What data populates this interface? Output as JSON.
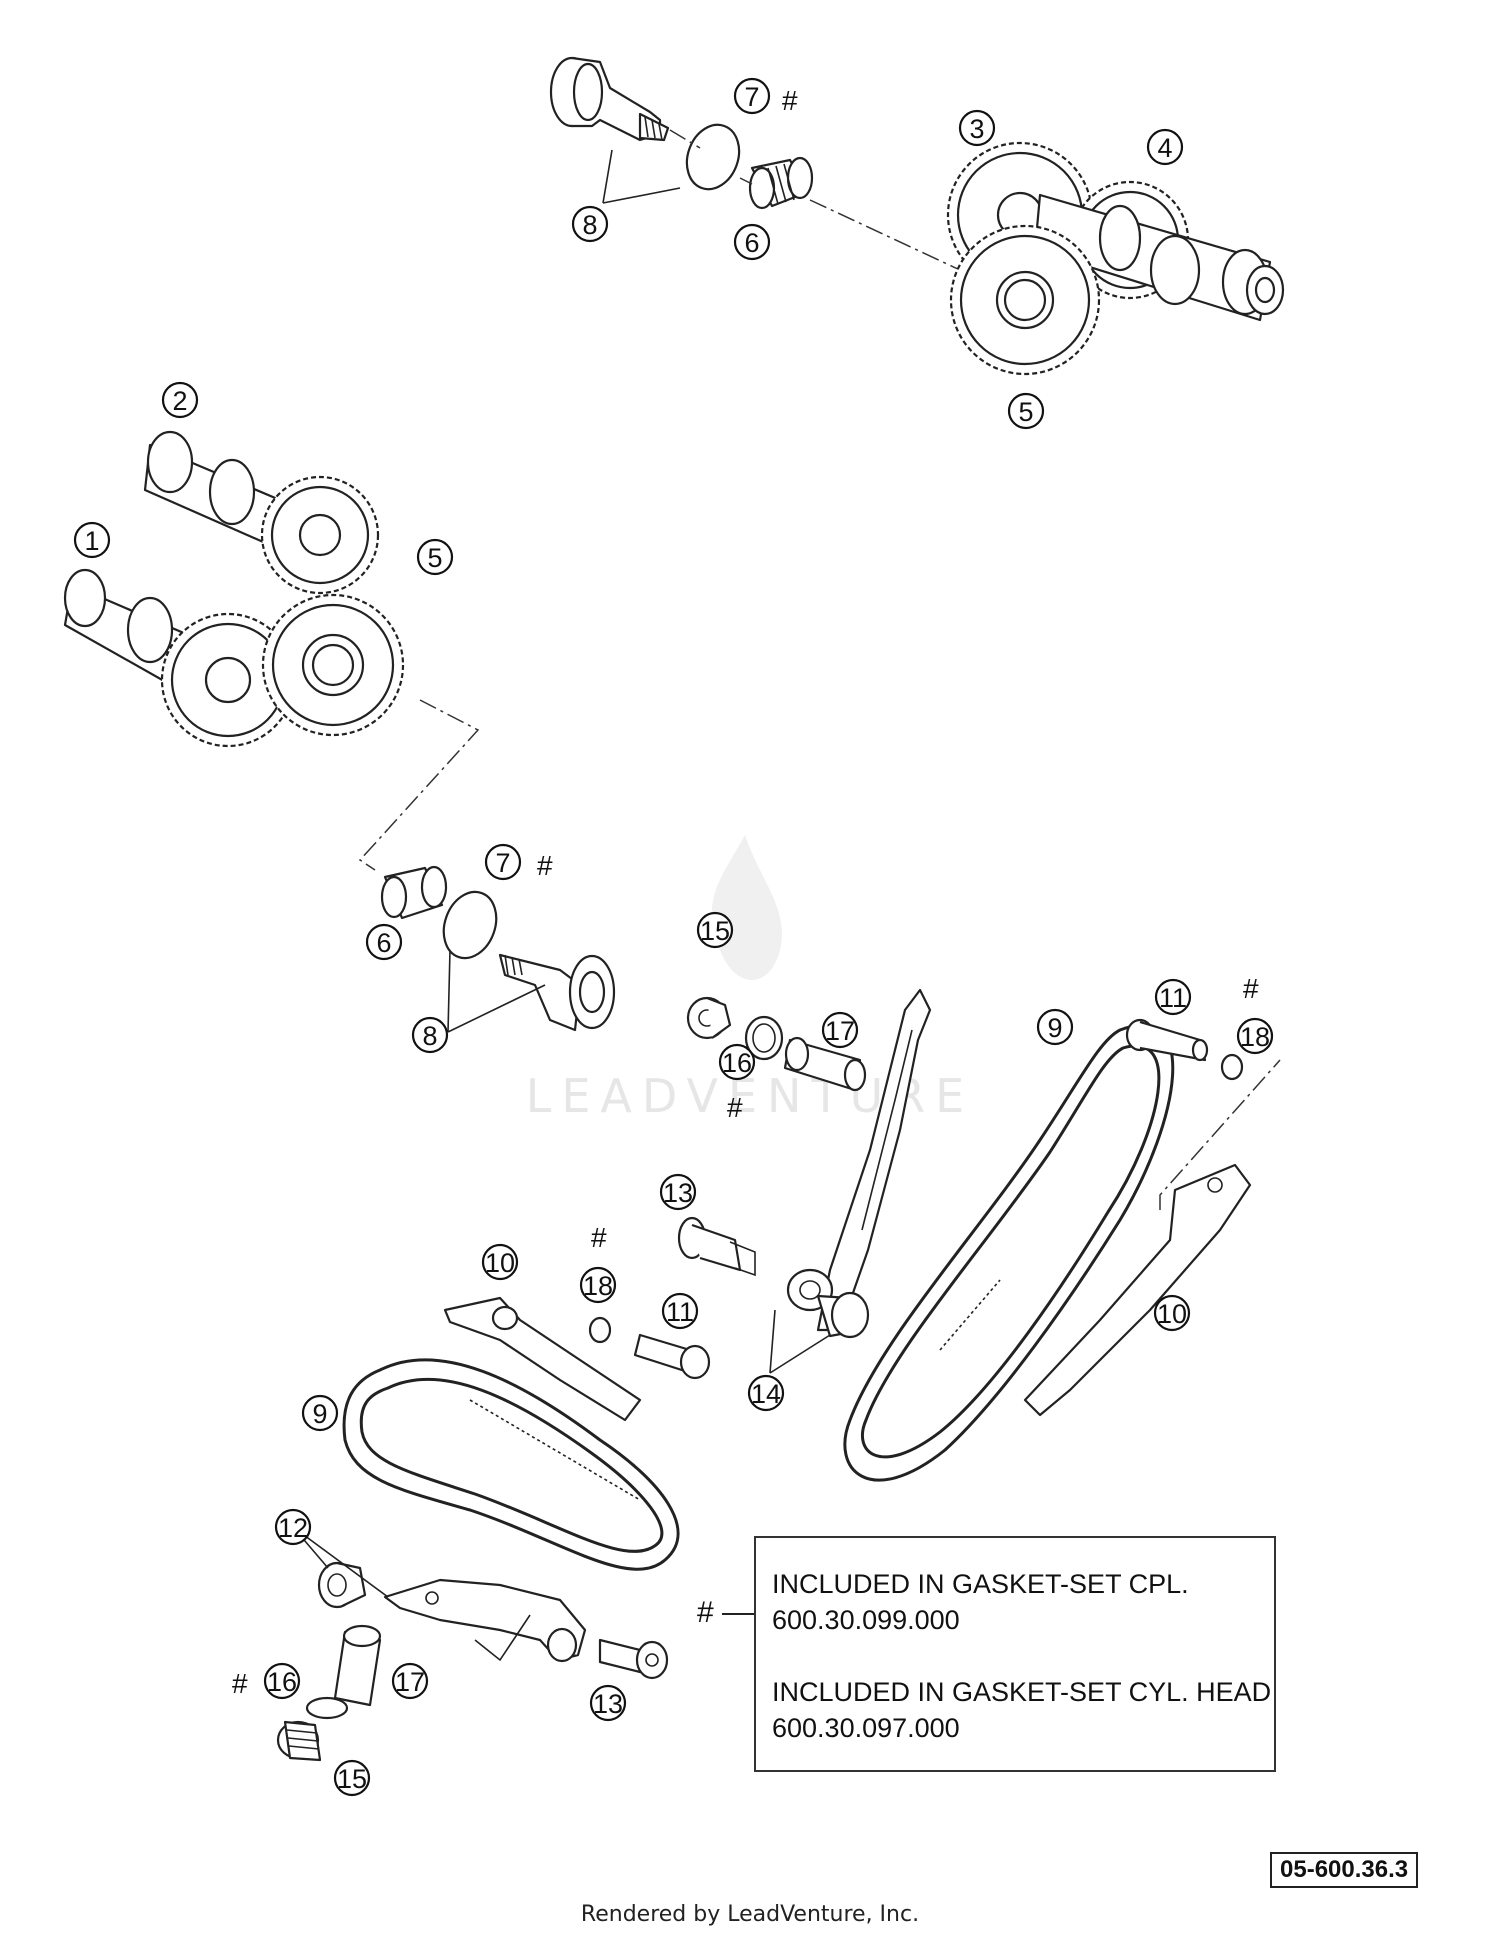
{
  "watermark": "LEADVENTURE",
  "callouts": [
    "1",
    "2",
    "3",
    "4",
    "5",
    "5",
    "6",
    "6",
    "7",
    "7",
    "8",
    "8",
    "9",
    "9",
    "10",
    "10",
    "11",
    "11",
    "12",
    "13",
    "13",
    "14",
    "15",
    "15",
    "16",
    "16",
    "17",
    "17",
    "18",
    "18"
  ],
  "hash_mark": "#",
  "note": {
    "marker": "#",
    "lines": [
      "INCLUDED IN GASKET-SET CPL.",
      "600.30.099.000",
      "INCLUDED IN GASKET-SET CYL. HEAD",
      "600.30.097.000"
    ]
  },
  "reference_code": "05-600.36.3",
  "footer": "Rendered by LeadVenture, Inc."
}
